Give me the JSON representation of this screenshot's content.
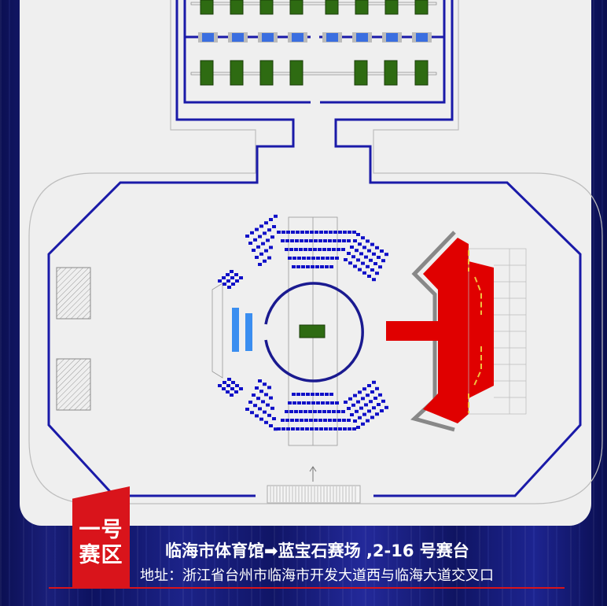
{
  "zone_badge": {
    "line1": "一号",
    "line2": "赛区"
  },
  "venue_title": "临海市体育馆➡蓝宝石赛场 ,2-16 号赛台",
  "address": "地址：浙江省台州市临海市开发大道西与临海大道交叉口",
  "colors": {
    "accent_red": "#d9141b",
    "wall_blue": "#1a1aa8",
    "table_green": "#2e6b12",
    "seat_blue": "#1010c8",
    "stage_red": "#e00000"
  }
}
